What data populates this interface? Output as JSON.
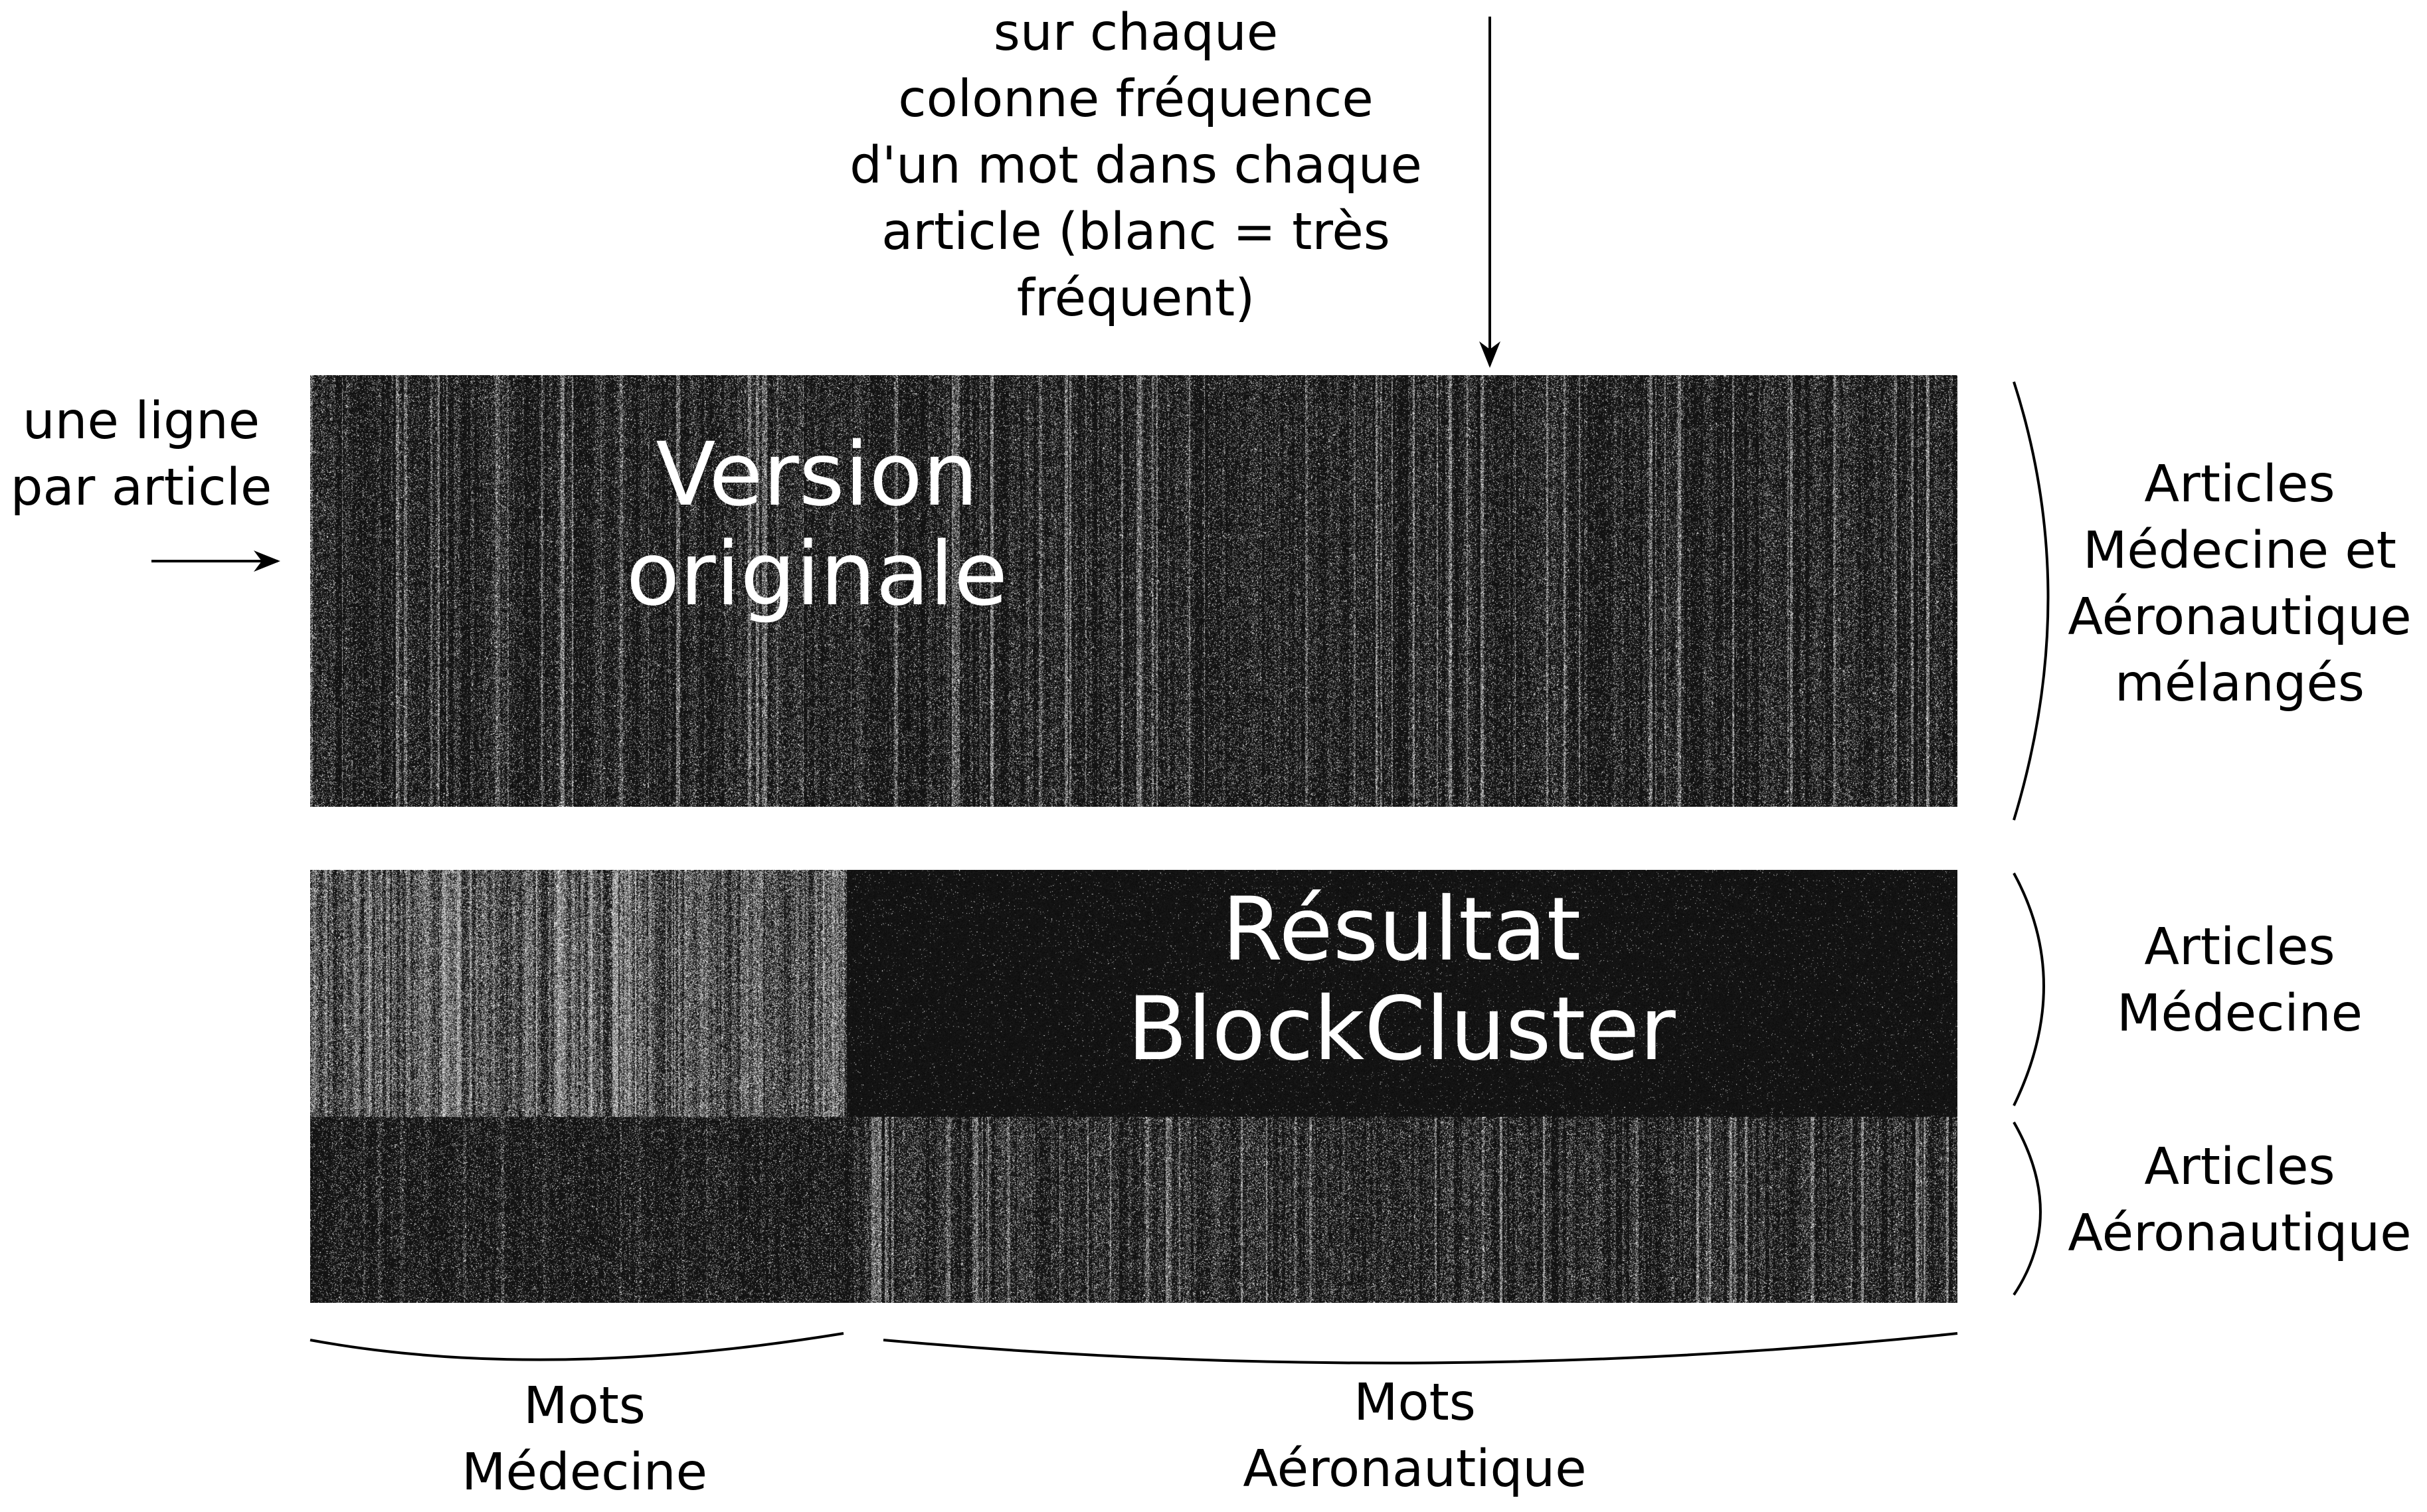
{
  "annotations": {
    "top_note": [
      "sur chaque",
      "colonne fréquence",
      "d'un mot dans chaque",
      "article (blanc = très",
      "fréquent)"
    ],
    "row_note": [
      "une ligne",
      "par article"
    ],
    "right_top": [
      "Articles",
      "Médecine et",
      "Aéronautique",
      "mélangés"
    ],
    "right_mid": [
      "Articles",
      "Médecine"
    ],
    "right_bottom": [
      "Articles",
      "Aéronautique"
    ],
    "bottom_left": [
      "Mots",
      "Médecine"
    ],
    "bottom_right": [
      "Mots",
      "Aéronautique"
    ]
  },
  "panels": {
    "original": {
      "title": [
        "Version",
        "originale"
      ]
    },
    "result": {
      "title": [
        "Résultat",
        "BlockCluster"
      ]
    }
  },
  "colors": {
    "ink": "#000000",
    "background": "#ffffff",
    "matrix_dark": "#0a0a0a",
    "matrix_light": "#ffffff"
  }
}
